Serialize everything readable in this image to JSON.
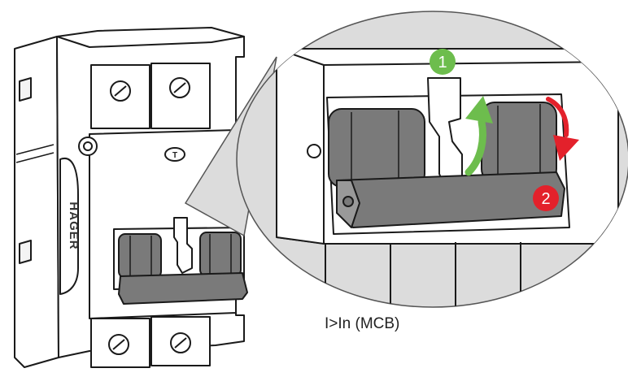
{
  "caption": "I>In (MCB)",
  "steps": [
    {
      "label": "1",
      "color": "#6dbd4d"
    },
    {
      "label": "2",
      "color": "#e3212b"
    }
  ],
  "arrows": {
    "up_color": "#6dbd4d",
    "down_color": "#e3212b"
  },
  "device": {
    "brand_logo": "HAGER",
    "test_marking": "T",
    "handle_color": "#7a7a7a",
    "body_color": "#ffffff",
    "magnifier_color": "#dcdcdc"
  }
}
